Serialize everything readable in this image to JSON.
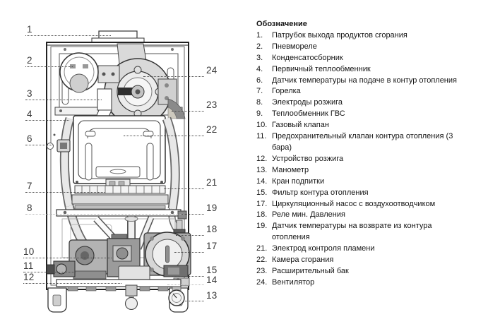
{
  "legend": {
    "title": "Обозначение",
    "items": [
      {
        "num": "1.",
        "text": "Патрубок выхода продуктов сгорания"
      },
      {
        "num": "2.",
        "text": "Пневмореле"
      },
      {
        "num": "3.",
        "text": "Конденсатосборник"
      },
      {
        "num": "4.",
        "text": "Первичный теплообменник"
      },
      {
        "num": "6.",
        "text": "Датчик температуры на подаче в контур отопления"
      },
      {
        "num": "7.",
        "text": "Горелка"
      },
      {
        "num": "8.",
        "text": "Электроды розжига"
      },
      {
        "num": "9.",
        "text": "Теплообменник ГВС"
      },
      {
        "num": "10.",
        "text": "Газовый клапан"
      },
      {
        "num": "11.",
        "text": "Предохранительный клапан контура отопления (3 бара)"
      },
      {
        "num": "12.",
        "text": "Устройство розжига"
      },
      {
        "num": "13.",
        "text": "Манометр"
      },
      {
        "num": "14.",
        "text": "Кран подпитки"
      },
      {
        "num": "15.",
        "text": "Фильтр контура отопления"
      },
      {
        "num": "17.",
        "text": "Циркуляционный насос с воздухоотводчиком"
      },
      {
        "num": "18.",
        "text": "Реле мин. Давления"
      },
      {
        "num": "19.",
        "text": "Датчик температуры на возврате из контура отопления"
      },
      {
        "num": "21.",
        "text": "Электрод контроля пламени"
      },
      {
        "num": "22.",
        "text": "Камера сгорания"
      },
      {
        "num": "23.",
        "text": "Расширительный бак"
      },
      {
        "num": "24.",
        "text": "Вентилятор"
      }
    ]
  },
  "diagram": {
    "description": "Gas boiler internal components, front view line drawing",
    "callouts": {
      "left": [
        "1",
        "2",
        "3",
        "4",
        "6",
        "7",
        "8",
        "10",
        "11",
        "12"
      ],
      "right": [
        "24",
        "23",
        "22",
        "21",
        "19",
        "18",
        "17",
        "15",
        "14",
        "13"
      ]
    }
  },
  "colors": {
    "line": "#2b2b2b",
    "light_gray_fill": "#d9d9d9",
    "mid_gray_fill": "#9e9e9e",
    "dark_gray_fill": "#5a5a5a",
    "leader_dark": "#4a4a4a",
    "leader_light": "#b9b9b9",
    "text": "#151515"
  }
}
